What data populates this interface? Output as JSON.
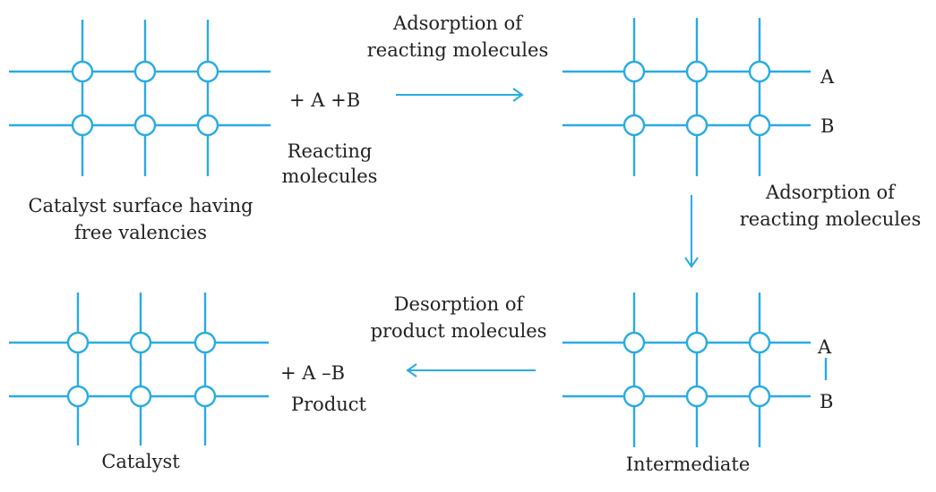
{
  "colors": {
    "line": "#29abe2",
    "text": "#222222",
    "background": "#ffffff"
  },
  "panels": {
    "catalyst_surface": {
      "caption_line1": "Catalyst surface having",
      "caption_line2": "free valencies"
    },
    "reacting_molecules": {
      "formula": "+ A +B",
      "caption_line1": "Reacting",
      "caption_line2": "molecules"
    },
    "step_adsorption_top": {
      "line1": "Adsorption of",
      "line2": "reacting molecules"
    },
    "adsorbed_state": {
      "atom_a": "A",
      "atom_b": "B"
    },
    "step_adsorption_right": {
      "line1": "Adsorption of",
      "line2": "reacting molecules"
    },
    "intermediate": {
      "atom_a": "A",
      "atom_b": "B",
      "caption": "Intermediate"
    },
    "step_desorption": {
      "line1": "Desorption of",
      "line2": "product molecules"
    },
    "product": {
      "formula": "+ A –B",
      "caption": "Product"
    },
    "catalyst_final": {
      "caption": "Catalyst"
    }
  }
}
